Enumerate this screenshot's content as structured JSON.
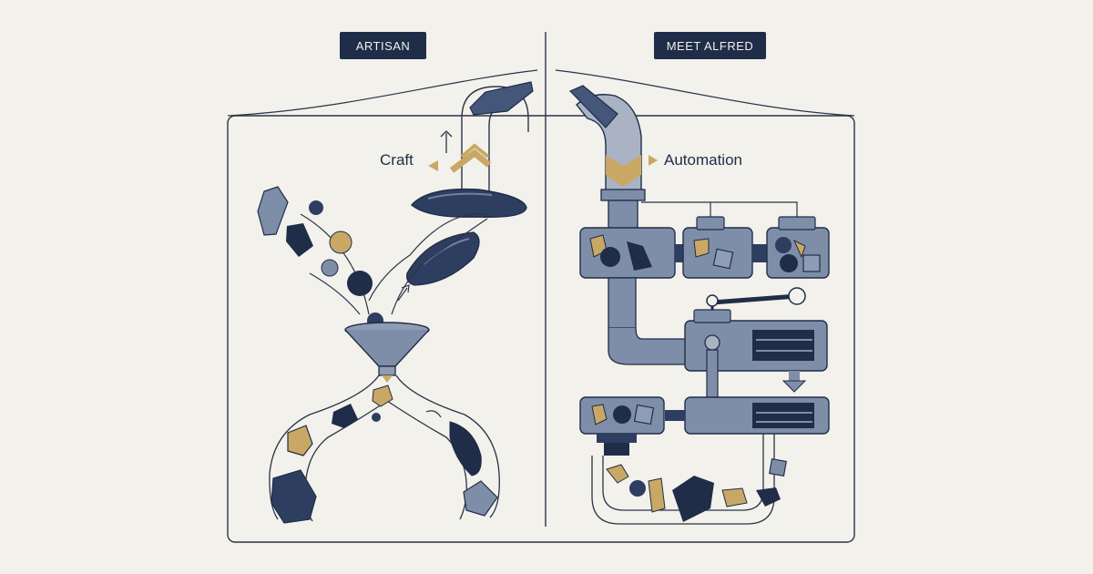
{
  "header": {
    "left_badge": "ARTISAN",
    "right_badge": "MEET ALFRED"
  },
  "labels": {
    "left": "Craft",
    "right": "Automation"
  },
  "colors": {
    "background": "#f3f1ec",
    "navy": "#1f2d48",
    "slate": "#7f8ea8",
    "gold": "#c9a865",
    "line": "#2b3346"
  },
  "icons": {
    "left": "funnel-icon",
    "right": "machine-pipeline-icon"
  }
}
